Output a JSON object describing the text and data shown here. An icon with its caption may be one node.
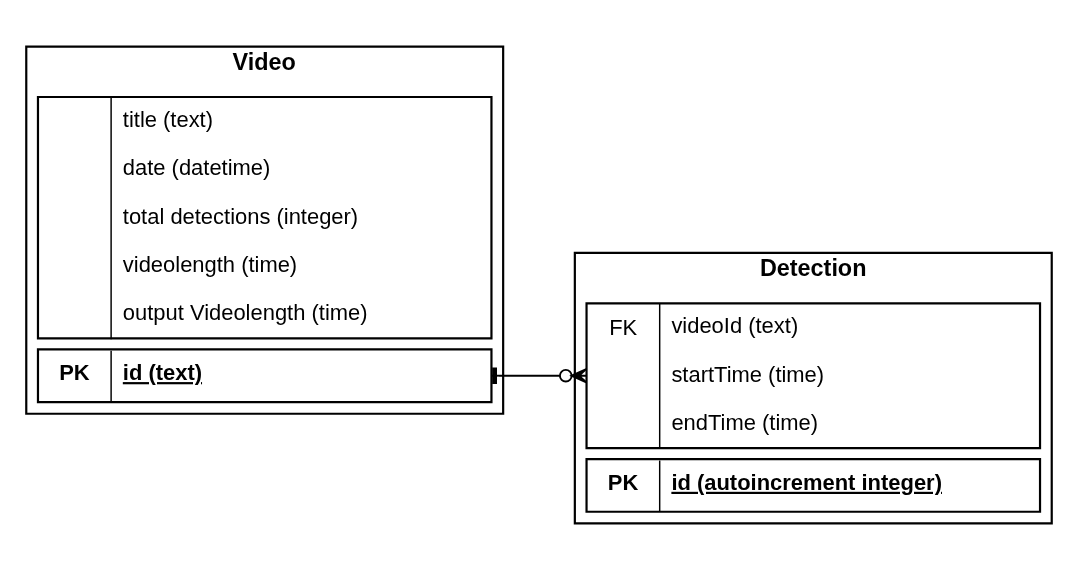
{
  "diagram": {
    "nodes": [
      {
        "text": [
          "Video"
        ]
      },
      {
        "text": [
          "PK",
          "id (text)"
        ],
        "in": 0
      },
      {
        "text": [
          "title (text)",
          "date (datetime)",
          "total detections (integer)",
          "videolength (time)",
          "output Videolength (time)"
        ],
        "in": 0
      },
      {
        "text": [
          "Detection"
        ]
      },
      {
        "text": [
          "PK",
          "id (autoincrement integer)"
        ],
        "in": 3
      },
      {
        "text": [
          "FK",
          "videoId (text)",
          "startTime (time)",
          "endTime (time)"
        ],
        "in": 3
      }
    ],
    "edges": [
      {
        "from": 1,
        "to": 5,
        "arrow": "other"
      }
    ]
  }
}
